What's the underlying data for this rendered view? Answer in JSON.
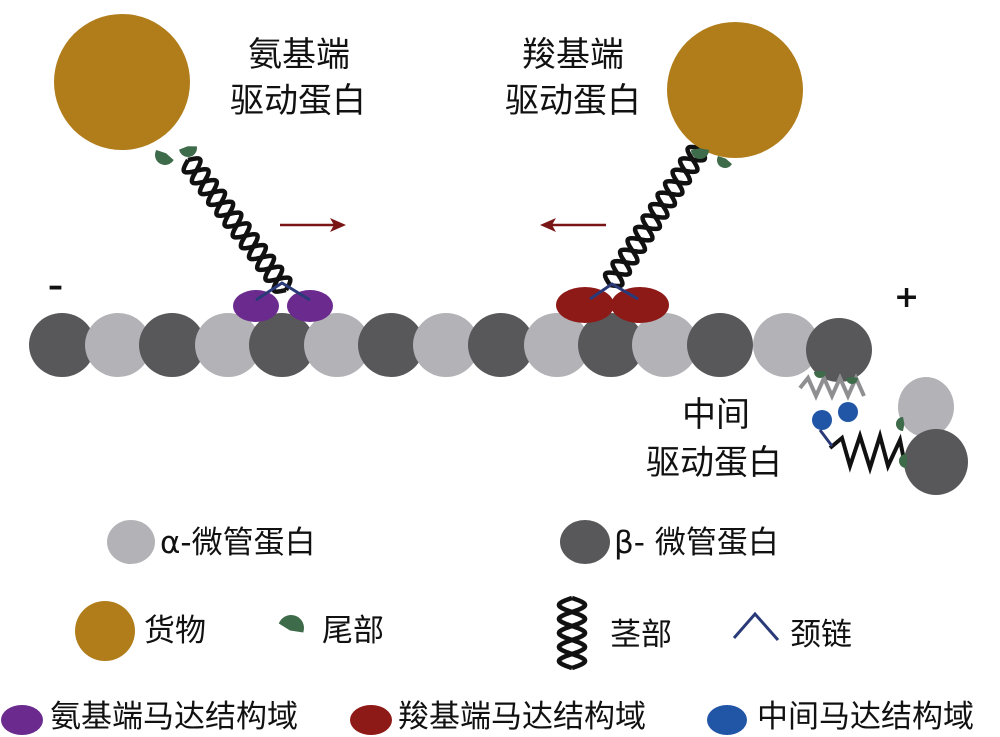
{
  "labels": {
    "n_kinesin_line1": "氨基端",
    "n_kinesin_line2": "驱动蛋白",
    "c_kinesin_line1": "羧基端",
    "c_kinesin_line2": "驱动蛋白",
    "m_kinesin_line1": "中间",
    "m_kinesin_line2": "驱动蛋白",
    "minus_end": "–",
    "plus_end": "+"
  },
  "legend": {
    "alpha_tubulin": "α-微管蛋白",
    "beta_tubulin": "β- 微管蛋白",
    "cargo": "货物",
    "tail": "尾部",
    "stalk": "茎部",
    "neck_linker": "颈链",
    "n_motor_domain": "氨基端马达结构域",
    "c_motor_domain": "羧基端马达结构域",
    "m_motor_domain": "中间马达结构域"
  },
  "colors": {
    "alpha_tubulin": "#b3b2b7",
    "beta_tubulin": "#58585b",
    "cargo": "#b07d1a",
    "tail": "#3e6b4a",
    "n_motor": "#6b2a8e",
    "c_motor": "#8e1a18",
    "m_motor": "#2156a6",
    "arrow": "#7a1515",
    "neck": "#2a3a78"
  },
  "icons": {
    "arrow_right": "arrow-right-icon",
    "arrow_left": "arrow-left-icon",
    "stalk": "coiled-coil-icon",
    "neck": "neck-linker-icon",
    "tail": "tail-icon"
  }
}
